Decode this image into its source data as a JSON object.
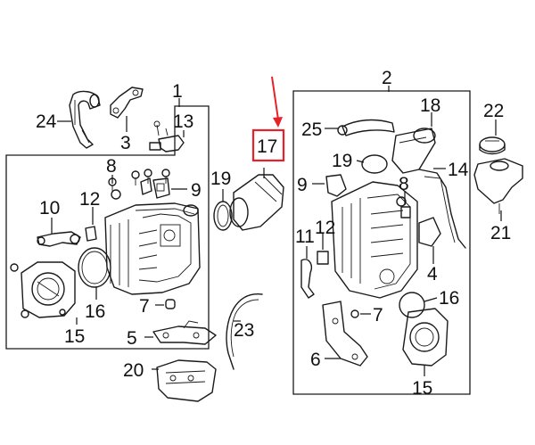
{
  "diagram": {
    "callouts": [
      {
        "id": "c1",
        "text": "1"
      },
      {
        "id": "c2",
        "text": "2"
      },
      {
        "id": "c3",
        "text": "3"
      },
      {
        "id": "c4",
        "text": "4"
      },
      {
        "id": "c5",
        "text": "5"
      },
      {
        "id": "c6",
        "text": "6"
      },
      {
        "id": "c7a",
        "text": "7"
      },
      {
        "id": "c7b",
        "text": "7"
      },
      {
        "id": "c8a",
        "text": "8"
      },
      {
        "id": "c8b",
        "text": "8"
      },
      {
        "id": "c9a",
        "text": "9"
      },
      {
        "id": "c9b",
        "text": "9"
      },
      {
        "id": "c10",
        "text": "10"
      },
      {
        "id": "c11",
        "text": "11"
      },
      {
        "id": "c12a",
        "text": "12"
      },
      {
        "id": "c12b",
        "text": "12"
      },
      {
        "id": "c13",
        "text": "13"
      },
      {
        "id": "c14",
        "text": "14"
      },
      {
        "id": "c15a",
        "text": "15"
      },
      {
        "id": "c15b",
        "text": "15"
      },
      {
        "id": "c16a",
        "text": "16"
      },
      {
        "id": "c16b",
        "text": "16"
      },
      {
        "id": "c17",
        "text": "17"
      },
      {
        "id": "c18",
        "text": "18"
      },
      {
        "id": "c19a",
        "text": "19"
      },
      {
        "id": "c19b",
        "text": "19"
      },
      {
        "id": "c20",
        "text": "20"
      },
      {
        "id": "c21",
        "text": "21"
      },
      {
        "id": "c22",
        "text": "22"
      },
      {
        "id": "c23",
        "text": "23"
      },
      {
        "id": "c24",
        "text": "24"
      },
      {
        "id": "c25",
        "text": "25"
      }
    ],
    "highlight_color": "#e8202a",
    "line_color": "#1a1a1a"
  }
}
